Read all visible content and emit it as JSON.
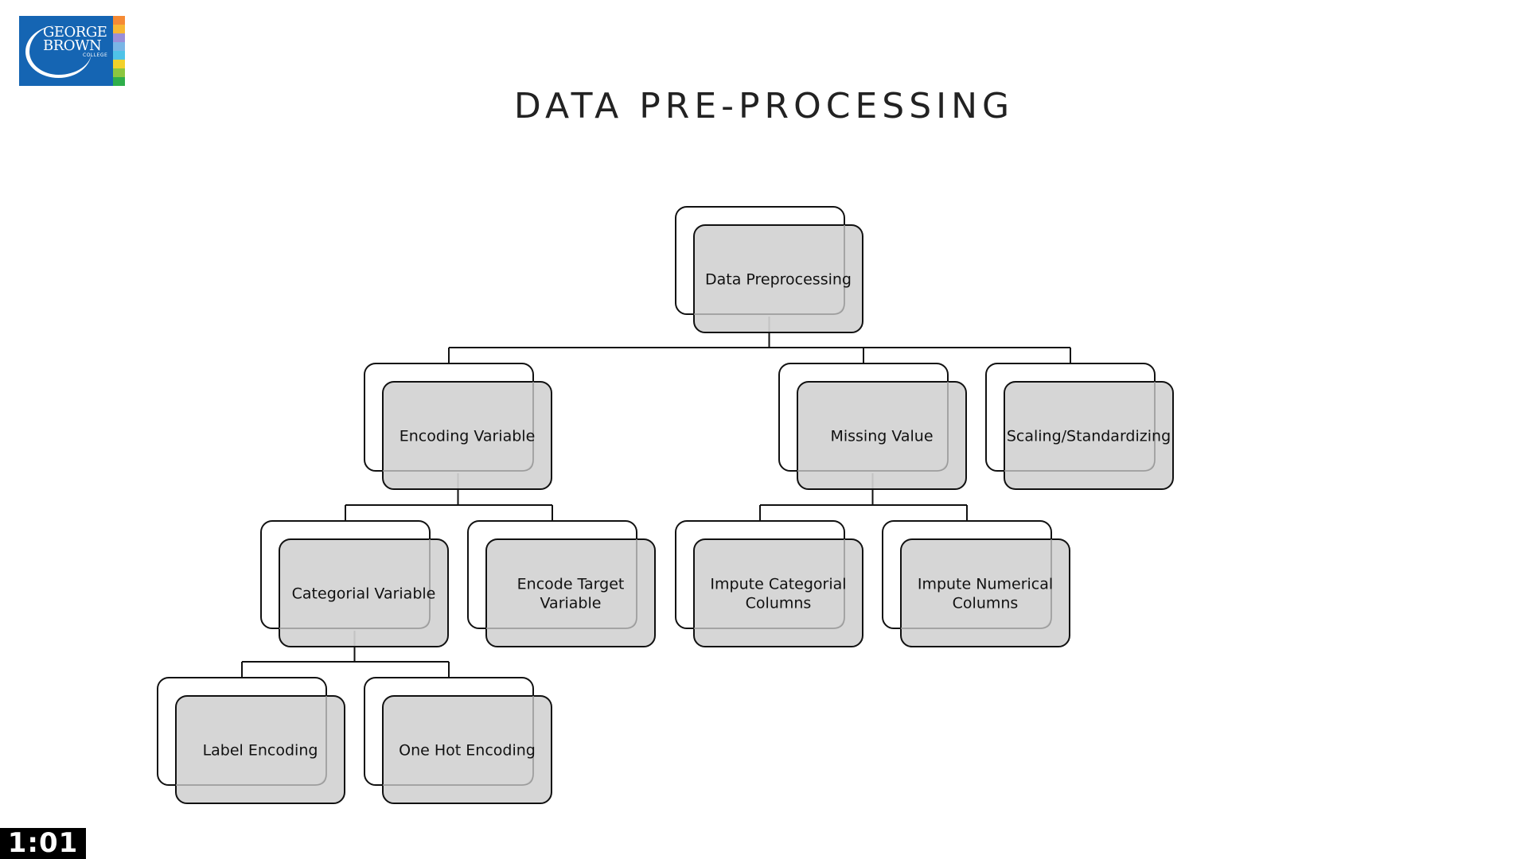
{
  "logo": {
    "line1": "GEORGE",
    "line2": "BROWN",
    "line3": "COLLEGE"
  },
  "title": "DATA PRE-PROCESSING",
  "nodes": [
    {
      "id": "root",
      "label": [
        "Data Preprocessing"
      ]
    },
    {
      "id": "encoding",
      "label": [
        "Encoding Variable"
      ]
    },
    {
      "id": "missing",
      "label": [
        "Missing Value"
      ]
    },
    {
      "id": "scaling",
      "label": [
        "Scaling/Standardizing"
      ]
    },
    {
      "id": "categorial",
      "label": [
        "Categorial Variable"
      ]
    },
    {
      "id": "encode-target",
      "label": [
        "Encode Target",
        "Variable"
      ]
    },
    {
      "id": "impute-categorial",
      "label": [
        "Impute Categorial",
        "Columns"
      ]
    },
    {
      "id": "impute-numerical",
      "label": [
        "Impute Numerical",
        "Columns"
      ]
    },
    {
      "id": "label-encoding",
      "label": [
        "Label Encoding"
      ]
    },
    {
      "id": "one-hot",
      "label": [
        "One Hot Encoding"
      ]
    }
  ],
  "edges": [
    [
      "root",
      "encoding"
    ],
    [
      "root",
      "missing"
    ],
    [
      "root",
      "scaling"
    ],
    [
      "encoding",
      "categorial"
    ],
    [
      "encoding",
      "encode-target"
    ],
    [
      "missing",
      "impute-categorial"
    ],
    [
      "missing",
      "impute-numerical"
    ],
    [
      "categorial",
      "label-encoding"
    ],
    [
      "categorial",
      "one-hot"
    ]
  ],
  "colors": {
    "box_fill": "#d3d3d3",
    "box_stroke": "#111111",
    "back_fill": "#ffffff",
    "text": "#111111"
  },
  "timer": "1:01"
}
